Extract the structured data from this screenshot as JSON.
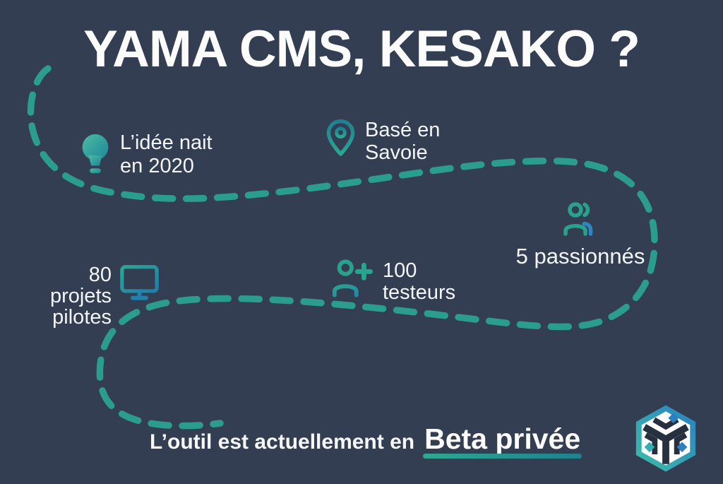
{
  "title": "YAMA CMS, KESAKO ?",
  "colors": {
    "background": "#343E52",
    "accent_teal": "#2A9D8F",
    "accent_blue": "#2E86B8",
    "text": "#FFFFFF",
    "beta_underline": "#2A9D8F"
  },
  "milestones": [
    {
      "id": "idea",
      "icon": "lightbulb-icon",
      "lines": [
        "L’idée nait",
        "en 2020"
      ]
    },
    {
      "id": "location",
      "icon": "map-pin-icon",
      "lines": [
        "Basé en",
        "Savoie"
      ]
    },
    {
      "id": "team",
      "icon": "people-group-icon",
      "lines": [
        "5 passionnés"
      ]
    },
    {
      "id": "projects",
      "icon": "monitor-icon",
      "lines": [
        "80",
        "projets",
        "pilotes"
      ]
    },
    {
      "id": "testers",
      "icon": "user-plus-icon",
      "lines": [
        "100",
        "testeurs"
      ]
    }
  ],
  "footer": {
    "prefix": "L’outil est actuellement en",
    "highlight": "Beta privée"
  },
  "logo": {
    "name": "yama-cms-logo"
  }
}
